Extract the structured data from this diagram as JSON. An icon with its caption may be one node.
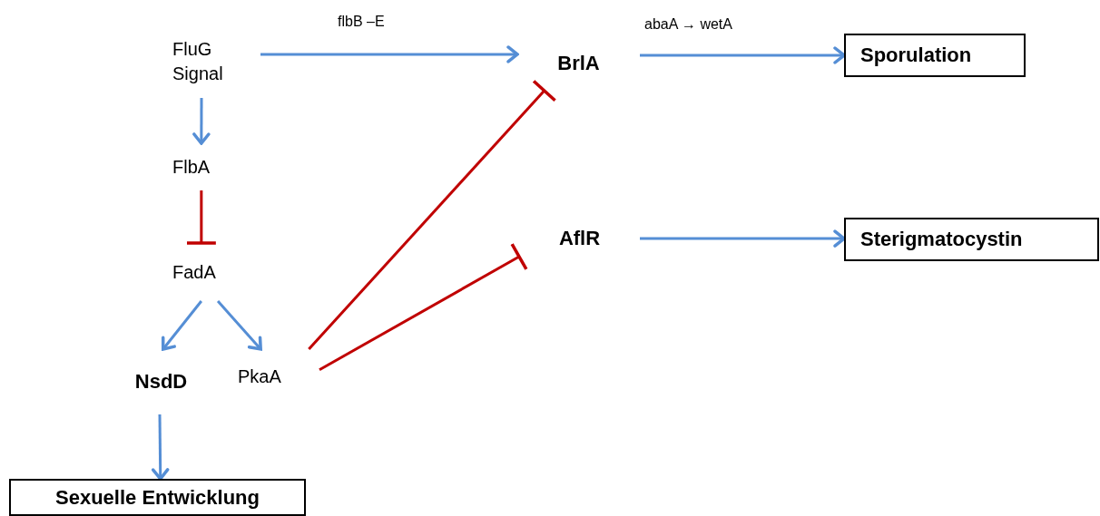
{
  "diagram": {
    "nodes": [
      {
        "text": [
          "FluG Signal"
        ]
      },
      {
        "text": [
          "BrlA"
        ]
      },
      {
        "text": [
          "Sporulation"
        ]
      },
      {
        "text": [
          "FlbA"
        ]
      },
      {
        "text": [
          "AflR"
        ]
      },
      {
        "text": [
          "Sterigmatocystin"
        ]
      },
      {
        "text": [
          "FadA"
        ]
      },
      {
        "text": [
          "NsdD"
        ]
      },
      {
        "text": [
          "PkaA"
        ]
      },
      {
        "text": [
          "Sexuelle Entwicklung"
        ]
      }
    ],
    "edges": [
      {
        "from": 0,
        "to": 1,
        "arrow": "to",
        "label": "flbB –E"
      },
      {
        "from": 1,
        "to": 2,
        "arrow": "to",
        "label": "abaA → wetA"
      },
      {
        "from": 0,
        "to": 3,
        "arrow": "to"
      },
      {
        "from": 3,
        "to": 6,
        "arrow": "other",
        "color": "#c00000"
      },
      {
        "from": 4,
        "to": 5,
        "arrow": "to"
      },
      {
        "from": 6,
        "to": 7,
        "arrow": "to"
      },
      {
        "from": 6,
        "to": 8,
        "arrow": "to"
      },
      {
        "from": 8,
        "to": 1,
        "arrow": "other",
        "color": "#c00000"
      },
      {
        "from": 8,
        "to": 4,
        "arrow": "other",
        "color": "#c00000"
      },
      {
        "from": 7,
        "to": 9,
        "arrow": "to"
      }
    ]
  }
}
